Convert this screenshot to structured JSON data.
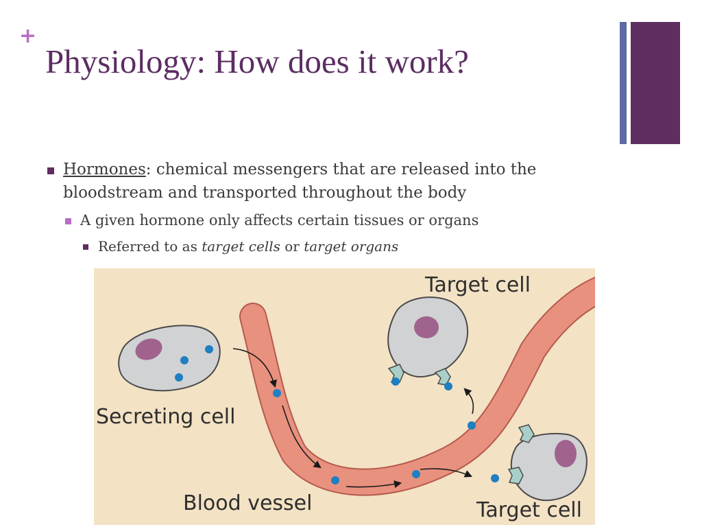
{
  "slide": {
    "plus_symbol": "+",
    "title": "Physiology: How does it work?"
  },
  "bullets": {
    "level1": {
      "term": "Hormones",
      "colon": ":",
      "line1_rest": " chemical messengers that are released into the",
      "line2": "bloodstream and transported throughout the body"
    },
    "level2": {
      "text": "A given hormone only affects certain tissues or organs"
    },
    "level3": {
      "prefix": "Referred to as ",
      "term1": "target cells",
      "middle": " or ",
      "term2": "target organs"
    }
  },
  "diagram": {
    "labels": {
      "secreting_cell": "Secreting cell",
      "blood_vessel": "Blood vessel",
      "target_cell_top": "Target cell",
      "target_cell_bottom": "Target cell"
    }
  },
  "colors": {
    "title": "#5c2d63",
    "plus": "#b86cc6",
    "accent_bar": "#5f2e60",
    "thin_bar": "#5d6aa3",
    "figure_bg": "#f3e2c4",
    "vessel": "#e8917f",
    "cell": "#d0d2d3",
    "nucleus": "#a0638d",
    "hormone": "#1e7fc2",
    "receptor": "#a9cfc9"
  }
}
